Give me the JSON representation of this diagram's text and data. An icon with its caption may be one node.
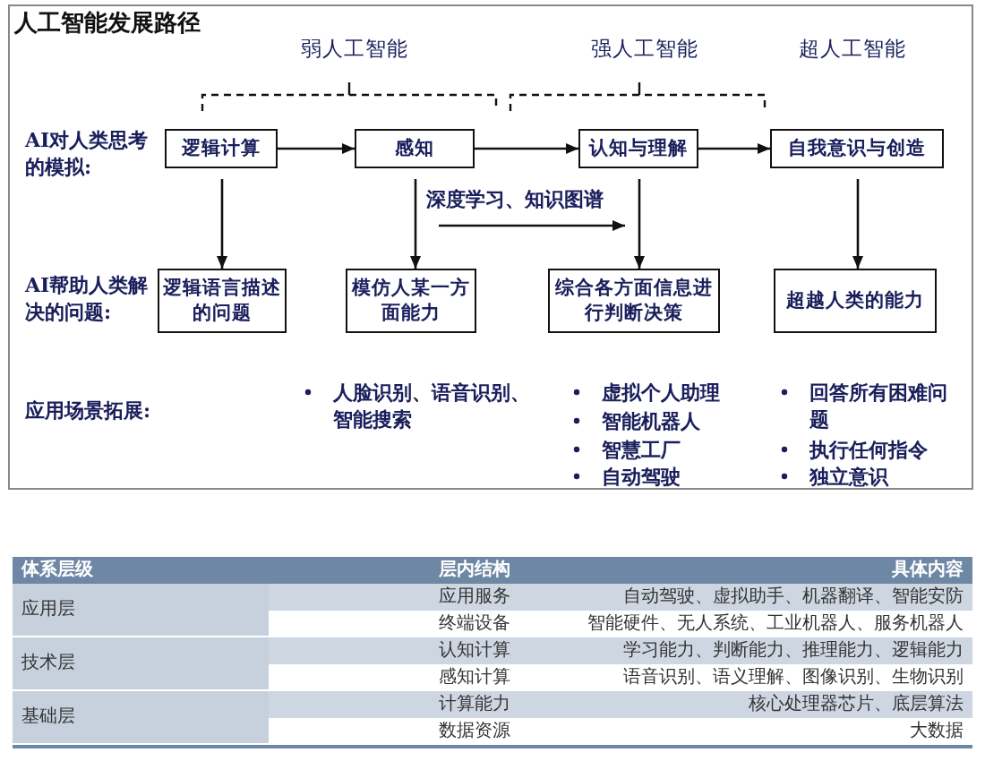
{
  "diagram": {
    "title": "人工智能发展路径",
    "nodes": [
      {
        "text": [
          "逻辑计算"
        ]
      },
      {
        "text": [
          "感知"
        ]
      },
      {
        "text": [
          "认知与理解"
        ]
      },
      {
        "text": [
          "自我意识与创造"
        ]
      },
      {
        "text": [
          "逻辑语言描述的问题"
        ]
      },
      {
        "text": [
          "模仿人某一方面能力"
        ]
      },
      {
        "text": [
          "综合各方面信息进行判断决策"
        ]
      },
      {
        "text": [
          "超越人类的能力"
        ]
      }
    ],
    "edges": [
      {
        "from": 0,
        "to": 1,
        "arrow": "to"
      },
      {
        "from": 1,
        "to": 2,
        "arrow": "to"
      },
      {
        "from": 2,
        "to": 3,
        "arrow": "to"
      },
      {
        "from": 0,
        "to": 4,
        "arrow": "to"
      },
      {
        "from": 1,
        "to": 5,
        "arrow": "to"
      },
      {
        "from": 2,
        "to": 6,
        "arrow": "to"
      },
      {
        "from": 3,
        "to": 7,
        "arrow": "to"
      }
    ],
    "labels": [
      "弱人工智能",
      "强人工智能",
      "超人工智能",
      "AI对人类思考的模拟:",
      "AI帮助人类解决的问题:",
      "深度学习、知识图谱",
      "应用场景拓展:",
      "人脸识别、语音识别、智能搜索",
      "虚拟个人助理",
      "智能机器人",
      "智慧工厂",
      "自动驾驶",
      "回答所有困难问题",
      "执行任何指令",
      "独立意识",
      "体系层级",
      "层内结构",
      "具体内容",
      "应用层",
      "应用服务",
      "自动驾驶、虚拟助手、机器翻译、智能安防",
      "终端设备",
      "智能硬件、无人系统、工业机器人、服务机器人",
      "技术层",
      "认知计算",
      "学习能力、判断能力、推理能力、逻辑能力",
      "感知计算",
      "语音识别、语义理解、图像识别、生物识别",
      "基础层",
      "计算能力",
      "核心处理器芯片、底层算法",
      "数据资源",
      "大数据"
    ]
  }
}
